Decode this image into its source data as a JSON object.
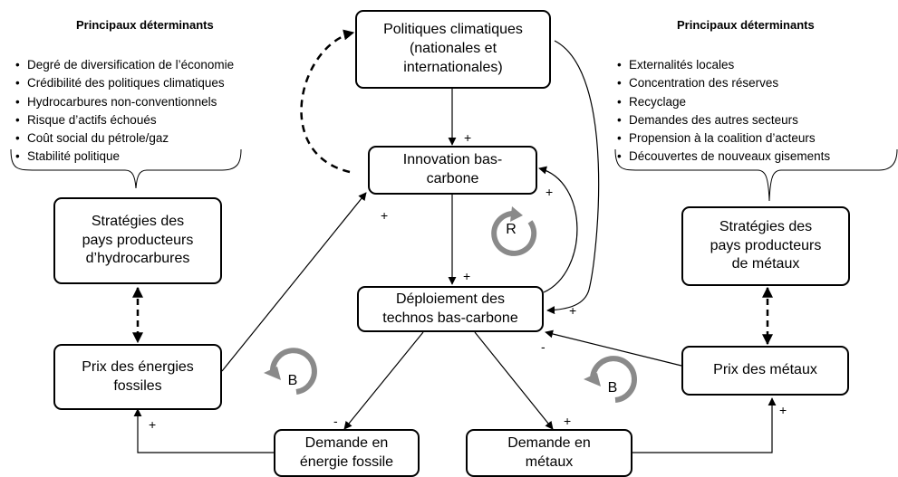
{
  "nodes": {
    "politiques": "Politiques climatiques\n(nationales et\ninternationales)",
    "innovation": "Innovation bas-\ncarbone",
    "deploiement": "Déploiement des\ntechnos bas-carbone",
    "strat_hydro": "Stratégies des\npays producteurs\nd’hydrocarbures",
    "prix_fossiles": "Prix des énergies\nfossiles",
    "demande_fossile": "Demande en\nénergie fossile",
    "demande_metaux": "Demande en\nmétaux",
    "prix_metaux": "Prix des métaux",
    "strat_metaux": "Stratégies des\npays producteurs\nde métaux"
  },
  "left_panel": {
    "heading": "Principaux déterminants",
    "items": [
      "Degré de diversification de l’économie",
      "Crédibilité des politiques climatiques",
      "Hydrocarbures non-conventionnels",
      "Risque d’actifs échoués",
      "Coût social du pétrole/gaz",
      "Stabilité politique"
    ]
  },
  "right_panel": {
    "heading": "Principaux déterminants",
    "items": [
      "Externalités locales",
      "Concentration des réserves",
      "Recyclage",
      "Demandes des autres secteurs",
      "Propension à la coalition d’acteurs",
      "Découvertes de nouveaux gisements"
    ]
  },
  "signs": {
    "politiques_innovation": "+",
    "innovation_deploiement": "+",
    "deploiement_innovation": "+",
    "politiques_deploiement": "+",
    "prix_fossiles_innovation": "+",
    "deploiement_demande_fossile": "-",
    "deploiement_demande_metaux": "+",
    "prix_metaux_deploiement": "-",
    "demande_fossile_prix_fossiles": "+",
    "demande_metaux_prix_metaux": "+"
  },
  "loops": {
    "reinforcing": "R",
    "balancing_left": "B",
    "balancing_right": "B"
  },
  "colors": {
    "line": "#000000",
    "loop_icon": "#8a8a8a"
  }
}
